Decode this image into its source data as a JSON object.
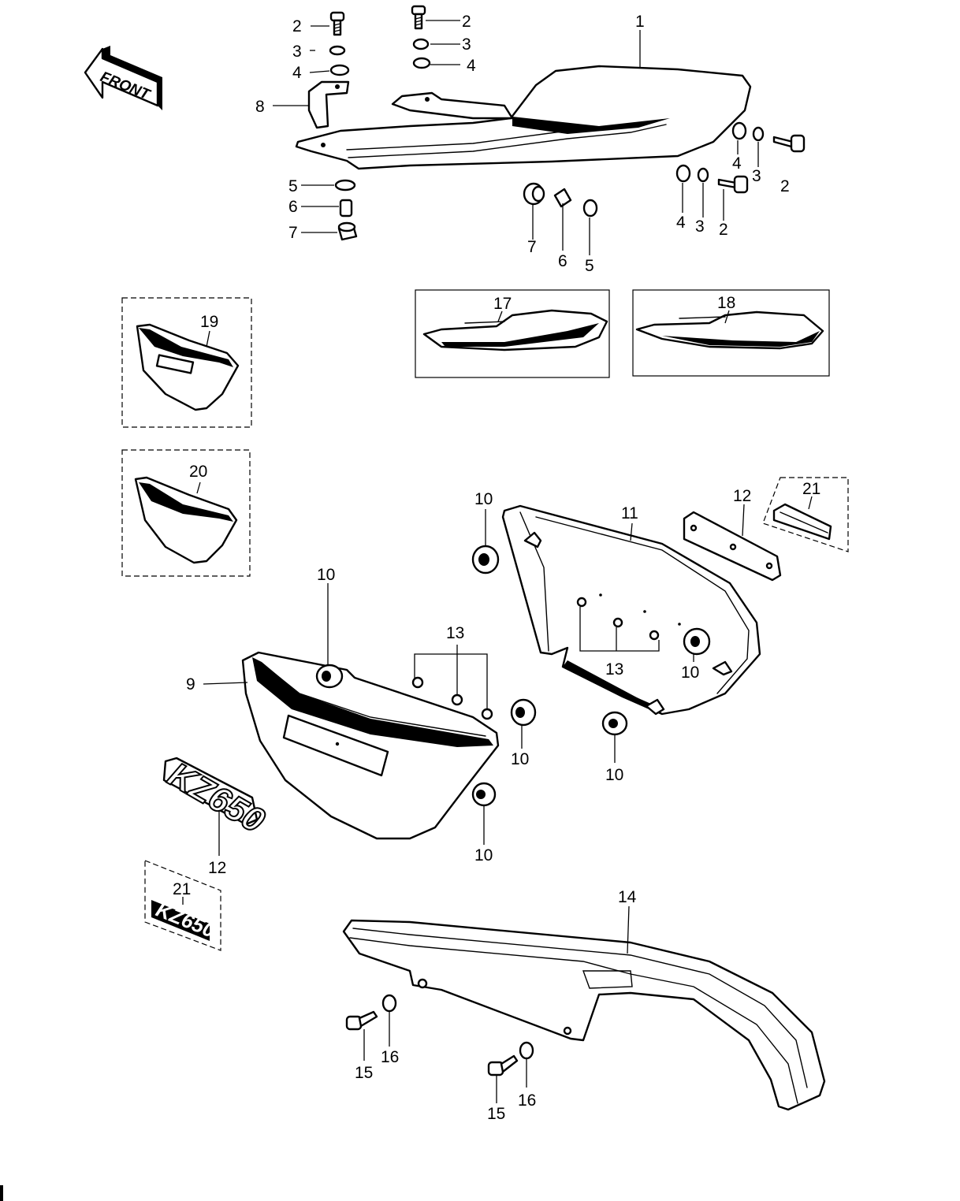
{
  "diagram": {
    "front_arrow_text": "FRONT",
    "callouts": {
      "c1": "1",
      "c2a": "2",
      "c2b": "2",
      "c2c": "2",
      "c2d": "2",
      "c3a": "3",
      "c3b": "3",
      "c3c": "3",
      "c3d": "3",
      "c4a": "4",
      "c4b": "4",
      "c4c": "4",
      "c4d": "4",
      "c5a": "5",
      "c5b": "5",
      "c6a": "6",
      "c6b": "6",
      "c7a": "7",
      "c7b": "7",
      "c8": "8",
      "c9": "9",
      "c10a": "10",
      "c10b": "10",
      "c10c": "10",
      "c10d": "10",
      "c10e": "10",
      "c10f": "10",
      "c11": "11",
      "c12a": "12",
      "c12b": "12",
      "c13a": "13",
      "c13b": "13",
      "c14": "14",
      "c15a": "15",
      "c15b": "15",
      "c16a": "16",
      "c16b": "16",
      "c17": "17",
      "c18": "18",
      "c19": "19",
      "c20": "20",
      "c21a": "21",
      "c21b": "21"
    },
    "emblem_text": "KZ650"
  }
}
